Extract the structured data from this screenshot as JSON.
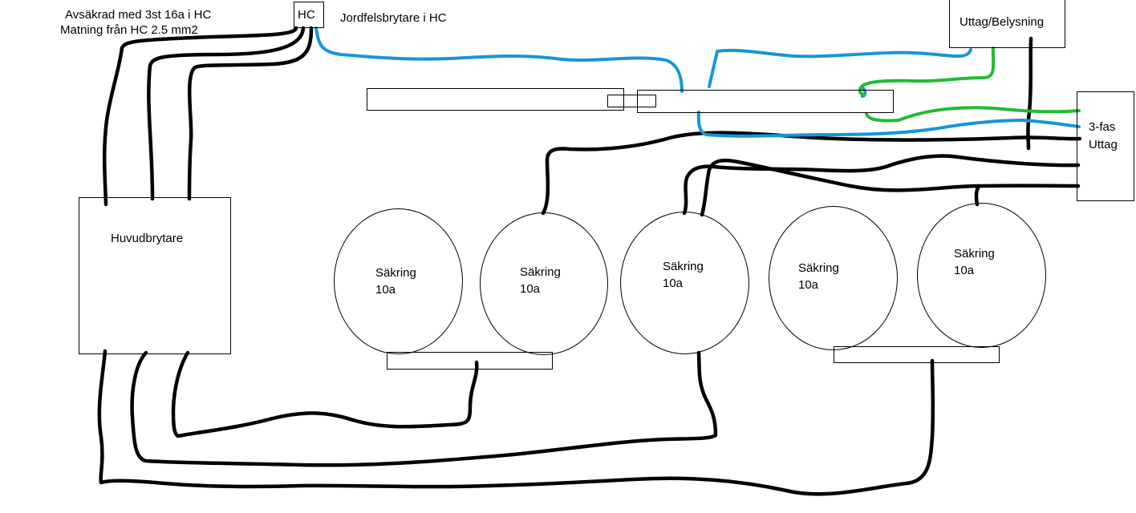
{
  "notes": {
    "line1": "Avsäkrad med 3st 16a i HC",
    "line2": "Matning från HC 2.5 mm2"
  },
  "hc_box": {
    "label": "HC"
  },
  "rcd_label": "Jordfelsbrytare i HC",
  "outlet_lighting": {
    "label": "Uttag/Belysning"
  },
  "three_phase_outlet": {
    "line1": "3-fas",
    "line2": "Uttag"
  },
  "main_switch": {
    "label": "Huvudbrytare"
  },
  "fuses": [
    {
      "name": "Säkring",
      "rating": "10a"
    },
    {
      "name": "Säkring",
      "rating": "10a"
    },
    {
      "name": "Säkring",
      "rating": "10a"
    },
    {
      "name": "Säkring",
      "rating": "10a"
    },
    {
      "name": "Säkring",
      "rating": "10a"
    }
  ],
  "wire_colors": {
    "phase": "#000000",
    "neutral": "#1596d8",
    "earth": "#22bb33"
  }
}
